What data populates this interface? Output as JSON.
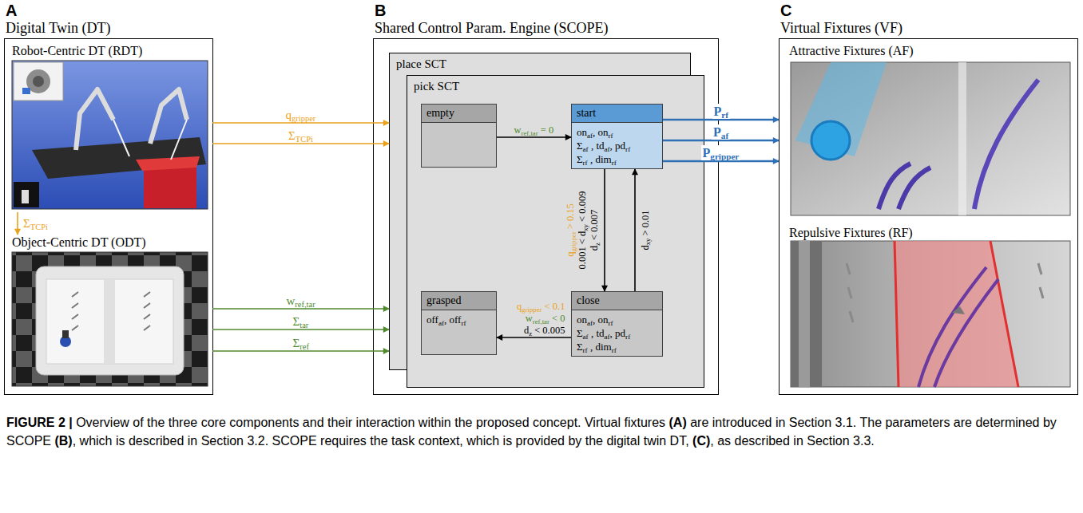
{
  "diagram": {
    "caption": "FIGURE 2 | Overview of the three core components and their interaction within the proposed concept. Virtual fixtures (A) are introduced in Section 3.1. The parameters are determined by SCOPE (B), which is described in Section 3.2. SCOPE requires the task context, which is provided by the digital twin DT, (C), as described in Section 3.3.",
    "nodes": [
      {
        "text": [
          "A",
          "Digital Twin (DT)"
        ]
      },
      {
        "text": [
          "Robot-Centric DT (RDT)"
        ],
        "in": 0
      },
      {
        "text": [
          "Object-Centric DT (ODT)"
        ],
        "in": 0
      },
      {
        "text": [
          "B",
          "Shared Control Param. Engine (SCOPE)"
        ]
      },
      {
        "text": [
          "place SCT"
        ],
        "in": 3
      },
      {
        "text": [
          "pick SCT"
        ],
        "in": 3
      },
      {
        "text": [
          "empty"
        ],
        "in": 5
      },
      {
        "text": [
          "start",
          "onaf, onrf",
          "Σaf , tdaf, pdrf",
          "Σrf , dimrf"
        ],
        "in": 5
      },
      {
        "text": [
          "grasped",
          "offaf, offrf"
        ],
        "in": 5
      },
      {
        "text": [
          "close",
          "onaf, onrf",
          "Σaf , tdaf, pdrf",
          "Σrf , dimrf"
        ],
        "in": 5
      },
      {
        "text": [
          "C",
          "Virtual Fixtures (VF)"
        ]
      },
      {
        "text": [
          "Attractive Fixtures (AF)"
        ],
        "in": 10
      },
      {
        "text": [
          "Repulsive Fixtures (RF)"
        ],
        "in": 10
      }
    ],
    "edges": [
      {
        "from": 1,
        "to": 2,
        "arrow": "to",
        "label": "ΣTCPi"
      },
      {
        "from": 1,
        "to": 4,
        "arrow": "to",
        "label": "qgripper"
      },
      {
        "from": 1,
        "to": 4,
        "arrow": "to",
        "label": "ΣTCPi"
      },
      {
        "from": 2,
        "to": 4,
        "arrow": "to",
        "label": "wref,tar"
      },
      {
        "from": 2,
        "to": 4,
        "arrow": "to",
        "label": "Σtar"
      },
      {
        "from": 2,
        "to": 4,
        "arrow": "to",
        "label": "Σref"
      },
      {
        "from": 6,
        "to": 7,
        "arrow": "to",
        "label": "wref,tar = 0"
      },
      {
        "from": 7,
        "to": 9,
        "arrow": "to",
        "label": "qgripper > 0.15"
      },
      {
        "from": 9,
        "to": 7,
        "arrow": "to",
        "label": "dxy > 0.01"
      },
      {
        "from": 9,
        "to": 8,
        "arrow": "to",
        "label": "qgripper < 0.1"
      },
      {
        "from": 7,
        "to": 10,
        "arrow": "to",
        "label": "Prf"
      },
      {
        "from": 7,
        "to": 10,
        "arrow": "to",
        "label": "Paf"
      },
      {
        "from": 7,
        "to": 10,
        "arrow": "to",
        "label": "Pgripper"
      }
    ],
    "labels": [
      "0.001 < dxy < 0.009",
      "dz < 0.007",
      "wref,tar < 0",
      "dz < 0.005"
    ]
  }
}
